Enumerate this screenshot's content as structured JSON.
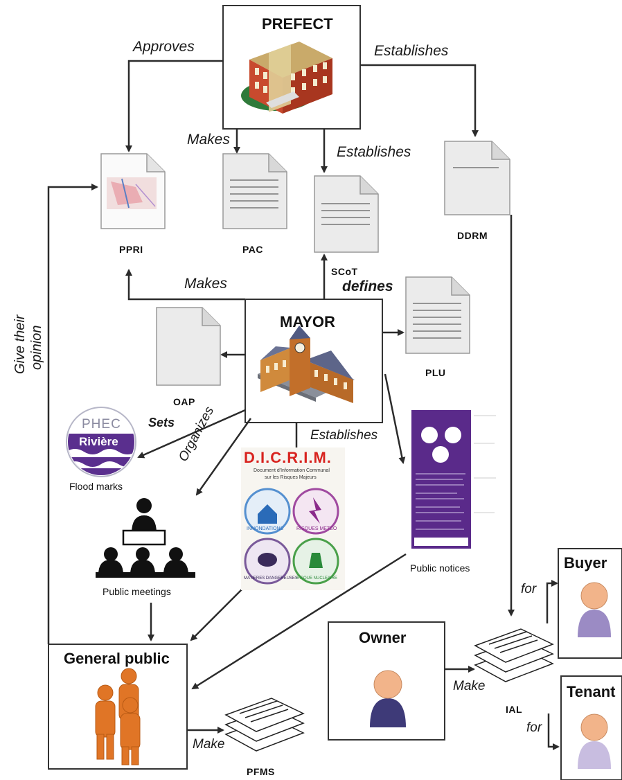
{
  "actors": {
    "prefect": "PREFECT",
    "mayor": "MAYOR",
    "general_public": "General public",
    "owner": "Owner",
    "buyer": "Buyer",
    "tenant": "Tenant"
  },
  "documents": {
    "ppri": "PPRI",
    "pac": "PAC",
    "scot": "SCoT",
    "ddrm": "DDRM",
    "plu": "PLU",
    "oap": "OAP",
    "ial": "IAL",
    "pfms": "PFMS"
  },
  "relations": {
    "approves": "Approves",
    "establishes_ddrm": "Establishes",
    "makes_pac": "Makes",
    "establishes_scot": "Establishes",
    "makes_ppri": "Makes",
    "defines": "defines",
    "sets": "Sets",
    "organizes": "Organizes",
    "establishes_notices": "Establishes",
    "give_opinion_1": "Give their",
    "give_opinion_2": "opinion",
    "make_ial": "Make",
    "make_pfms": "Make",
    "for_buyer": "for",
    "for_tenant": "for"
  },
  "captions": {
    "flood_marks": "Flood marks",
    "public_meetings": "Public meetings",
    "public_notices": "Public notices"
  },
  "phec_logo": {
    "line1": "PHEC",
    "line2": "Rivière"
  },
  "dicrim": {
    "title": "D.I.C.R.I.M.",
    "subtitle1": "Document d'Information Communal",
    "subtitle2": "sur les Risques Majeurs",
    "badges": [
      "INNONDATIONS",
      "RISQUES METEO",
      "MATIERES DANGEREUSES",
      "RISQUE NUCLEAIRE"
    ]
  },
  "colors": {
    "line": "#2b2b2b",
    "person_orange": "#e8782a",
    "person_purple": "#9a8bc4",
    "dicrim_red": "#d8231f",
    "notice_purple": "#5a2a8a"
  }
}
